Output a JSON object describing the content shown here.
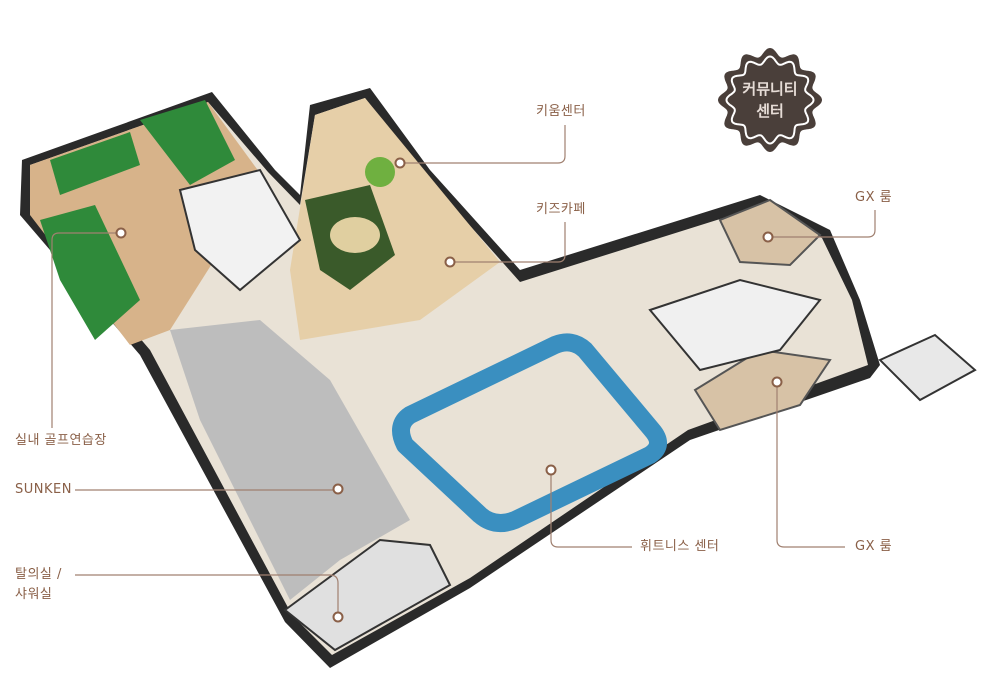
{
  "badge": {
    "line1": "커뮤니티",
    "line2": "센터"
  },
  "labels": {
    "kium_center": "키움센터",
    "kids_cafe": "키즈카페",
    "gx_room_top": "GX 룸",
    "gx_room_bottom": "GX 룸",
    "fitness_center": "휘트니스 센터",
    "indoor_golf": "실내 골프연습장",
    "sunken": "SUNKEN",
    "locker_line1": "탈의실 /",
    "locker_line2": "샤워실"
  },
  "colors": {
    "label": "#8a6048",
    "line": "#a08070",
    "badge": "#4a3f3a",
    "track": "#3a8fc0",
    "golf": "#2f8a3a"
  }
}
